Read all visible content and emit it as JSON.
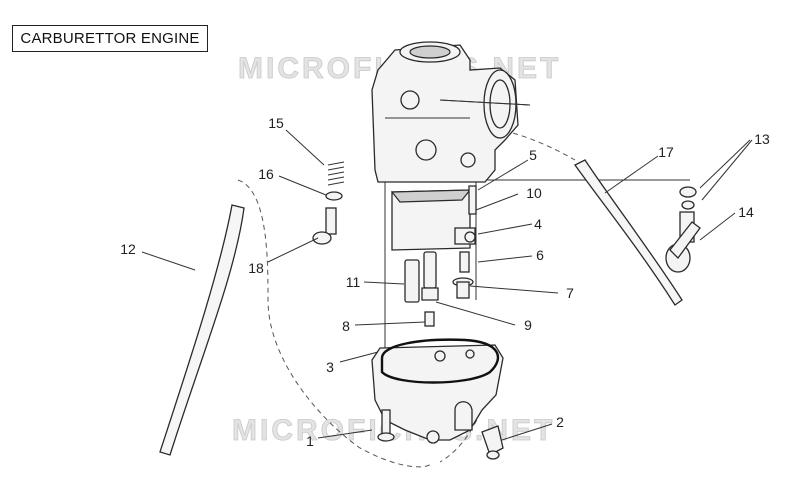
{
  "title": "CARBURETTOR ENGINE",
  "watermark": "MICROFICHES.NET",
  "callouts": [
    {
      "id": "1",
      "label": "1"
    },
    {
      "id": "2",
      "label": "2"
    },
    {
      "id": "3",
      "label": "3"
    },
    {
      "id": "4",
      "label": "4"
    },
    {
      "id": "5",
      "label": "5"
    },
    {
      "id": "6",
      "label": "6"
    },
    {
      "id": "7",
      "label": "7"
    },
    {
      "id": "8",
      "label": "8"
    },
    {
      "id": "9",
      "label": "9"
    },
    {
      "id": "10",
      "label": "10"
    },
    {
      "id": "11",
      "label": "11"
    },
    {
      "id": "12",
      "label": "12"
    },
    {
      "id": "13",
      "label": "13"
    },
    {
      "id": "14",
      "label": "14"
    },
    {
      "id": "15",
      "label": "15"
    },
    {
      "id": "16",
      "label": "16"
    },
    {
      "id": "17",
      "label": "17"
    },
    {
      "id": "18",
      "label": "18"
    }
  ]
}
